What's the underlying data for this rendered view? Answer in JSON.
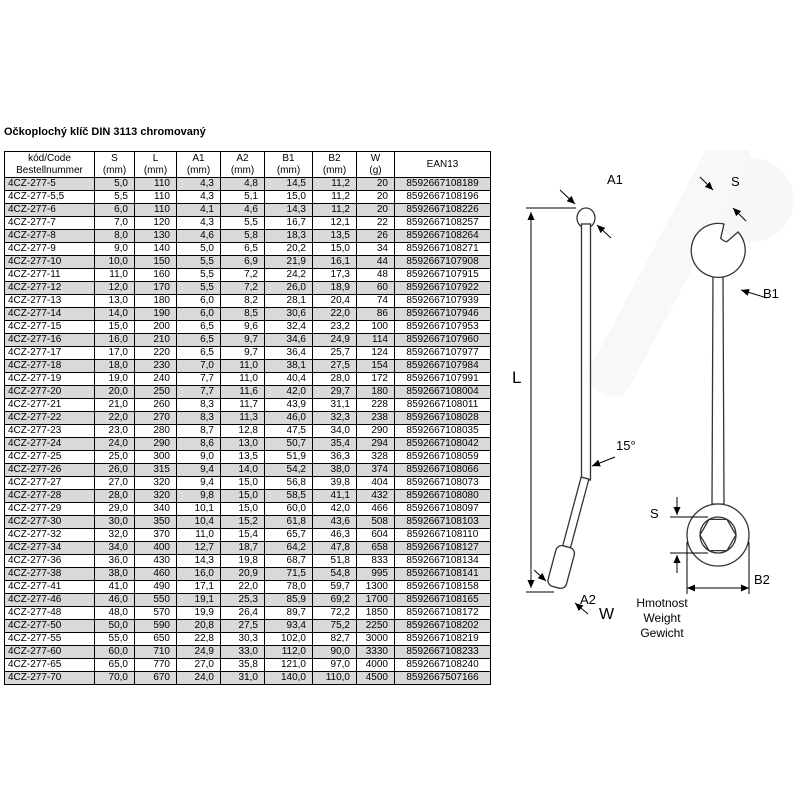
{
  "page": {
    "title": "Očkoplochý klíč DIN 3113 chromovaný"
  },
  "colors": {
    "row_shade": "#d9d9d9",
    "table_border": "#000000"
  },
  "table": {
    "columns": [
      {
        "line1": "kód/Code",
        "line2": "Bestellnummer"
      },
      {
        "line1": "S",
        "line2": "(mm)"
      },
      {
        "line1": "L",
        "line2": "(mm)"
      },
      {
        "line1": "A1",
        "line2": "(mm)"
      },
      {
        "line1": "A2",
        "line2": "(mm)"
      },
      {
        "line1": "B1",
        "line2": "(mm)"
      },
      {
        "line1": "B2",
        "line2": "(mm)"
      },
      {
        "line1": "W",
        "line2": "(g)"
      },
      {
        "line1": "EAN13",
        "line2": ""
      }
    ],
    "rows": [
      [
        "4CZ-277-5",
        "5,0",
        "110",
        "4,3",
        "4,8",
        "14,5",
        "11,2",
        "20",
        "8592667108189"
      ],
      [
        "4CZ-277-5,5",
        "5,5",
        "110",
        "4,3",
        "5,1",
        "15,0",
        "11,2",
        "20",
        "8592667108196"
      ],
      [
        "4CZ-277-6",
        "6,0",
        "110",
        "4,1",
        "4,6",
        "14,3",
        "11,2",
        "20",
        "8592667108226"
      ],
      [
        "4CZ-277-7",
        "7,0",
        "120",
        "4,3",
        "5,5",
        "16,7",
        "12,1",
        "22",
        "8592667108257"
      ],
      [
        "4CZ-277-8",
        "8,0",
        "130",
        "4,6",
        "5,8",
        "18,3",
        "13,5",
        "26",
        "8592667108264"
      ],
      [
        "4CZ-277-9",
        "9,0",
        "140",
        "5,0",
        "6,5",
        "20,2",
        "15,0",
        "34",
        "8592667108271"
      ],
      [
        "4CZ-277-10",
        "10,0",
        "150",
        "5,5",
        "6,9",
        "21,9",
        "16,1",
        "44",
        "8592667107908"
      ],
      [
        "4CZ-277-11",
        "11,0",
        "160",
        "5,5",
        "7,2",
        "24,2",
        "17,3",
        "48",
        "8592667107915"
      ],
      [
        "4CZ-277-12",
        "12,0",
        "170",
        "5,5",
        "7,2",
        "26,0",
        "18,9",
        "60",
        "8592667107922"
      ],
      [
        "4CZ-277-13",
        "13,0",
        "180",
        "6,0",
        "8,2",
        "28,1",
        "20,4",
        "74",
        "8592667107939"
      ],
      [
        "4CZ-277-14",
        "14,0",
        "190",
        "6,0",
        "8,5",
        "30,6",
        "22,0",
        "86",
        "8592667107946"
      ],
      [
        "4CZ-277-15",
        "15,0",
        "200",
        "6,5",
        "9,6",
        "32,4",
        "23,2",
        "100",
        "8592667107953"
      ],
      [
        "4CZ-277-16",
        "16,0",
        "210",
        "6,5",
        "9,7",
        "34,6",
        "24,9",
        "114",
        "8592667107960"
      ],
      [
        "4CZ-277-17",
        "17,0",
        "220",
        "6,5",
        "9,7",
        "36,4",
        "25,7",
        "124",
        "8592667107977"
      ],
      [
        "4CZ-277-18",
        "18,0",
        "230",
        "7,0",
        "11,0",
        "38,1",
        "27,5",
        "154",
        "8592667107984"
      ],
      [
        "4CZ-277-19",
        "19,0",
        "240",
        "7,7",
        "11,0",
        "40,4",
        "28,0",
        "172",
        "8592667107991"
      ],
      [
        "4CZ-277-20",
        "20,0",
        "250",
        "7,7",
        "11,6",
        "42,0",
        "29,7",
        "180",
        "8592667108004"
      ],
      [
        "4CZ-277-21",
        "21,0",
        "260",
        "8,3",
        "11,7",
        "43,9",
        "31,1",
        "228",
        "8592667108011"
      ],
      [
        "4CZ-277-22",
        "22,0",
        "270",
        "8,3",
        "11,3",
        "46,0",
        "32,3",
        "238",
        "8592667108028"
      ],
      [
        "4CZ-277-23",
        "23,0",
        "280",
        "8,7",
        "12,8",
        "47,5",
        "34,0",
        "290",
        "8592667108035"
      ],
      [
        "4CZ-277-24",
        "24,0",
        "290",
        "8,6",
        "13,0",
        "50,7",
        "35,4",
        "294",
        "8592667108042"
      ],
      [
        "4CZ-277-25",
        "25,0",
        "300",
        "9,0",
        "13,5",
        "51,9",
        "36,3",
        "328",
        "8592667108059"
      ],
      [
        "4CZ-277-26",
        "26,0",
        "315",
        "9,4",
        "14,0",
        "54,2",
        "38,0",
        "374",
        "8592667108066"
      ],
      [
        "4CZ-277-27",
        "27,0",
        "320",
        "9,4",
        "15,0",
        "56,8",
        "39,8",
        "404",
        "8592667108073"
      ],
      [
        "4CZ-277-28",
        "28,0",
        "320",
        "9,8",
        "15,0",
        "58,5",
        "41,1",
        "432",
        "8592667108080"
      ],
      [
        "4CZ-277-29",
        "29,0",
        "340",
        "10,1",
        "15,0",
        "60,0",
        "42,0",
        "466",
        "8592667108097"
      ],
      [
        "4CZ-277-30",
        "30,0",
        "350",
        "10,4",
        "15,2",
        "61,8",
        "43,6",
        "508",
        "8592667108103"
      ],
      [
        "4CZ-277-32",
        "32,0",
        "370",
        "11,0",
        "15,4",
        "65,7",
        "46,3",
        "604",
        "8592667108110"
      ],
      [
        "4CZ-277-34",
        "34,0",
        "400",
        "12,7",
        "18,7",
        "64,2",
        "47,8",
        "658",
        "8592667108127"
      ],
      [
        "4CZ-277-36",
        "36,0",
        "430",
        "14,3",
        "19,8",
        "68,7",
        "51,8",
        "833",
        "8592667108134"
      ],
      [
        "4CZ-277-38",
        "38,0",
        "460",
        "16,0",
        "20,9",
        "71,5",
        "54,8",
        "995",
        "8592667108141"
      ],
      [
        "4CZ-277-41",
        "41,0",
        "490",
        "17,1",
        "22,0",
        "78,0",
        "59,7",
        "1300",
        "8592667108158"
      ],
      [
        "4CZ-277-46",
        "46,0",
        "550",
        "19,1",
        "25,3",
        "85,9",
        "69,2",
        "1700",
        "8592667108165"
      ],
      [
        "4CZ-277-48",
        "48,0",
        "570",
        "19,9",
        "26,4",
        "89,7",
        "72,2",
        "1850",
        "8592667108172"
      ],
      [
        "4CZ-277-50",
        "50,0",
        "590",
        "20,8",
        "27,5",
        "93,4",
        "75,2",
        "2250",
        "8592667108202"
      ],
      [
        "4CZ-277-55",
        "55,0",
        "650",
        "22,8",
        "30,3",
        "102,0",
        "82,7",
        "3000",
        "8592667108219"
      ],
      [
        "4CZ-277-60",
        "60,0",
        "710",
        "24,9",
        "33,0",
        "112,0",
        "90,0",
        "3330",
        "8592667108233"
      ],
      [
        "4CZ-277-65",
        "65,0",
        "770",
        "27,0",
        "35,8",
        "121,0",
        "97,0",
        "4000",
        "8592667108240"
      ],
      [
        "4CZ-277-70",
        "70,0",
        "670",
        "24,0",
        "31,0",
        "140,0",
        "110,0",
        "4500",
        "8592667507166"
      ]
    ]
  },
  "diagram": {
    "labels": {
      "a1": "A1",
      "s_open": "S",
      "l": "L",
      "b1": "B1",
      "angle": "15°",
      "s_ring": "S",
      "a2": "A2",
      "b2": "B2",
      "w": "W",
      "weight_cs": "Hmotnost",
      "weight_en": "Weight",
      "weight_de": "Gewicht"
    }
  }
}
